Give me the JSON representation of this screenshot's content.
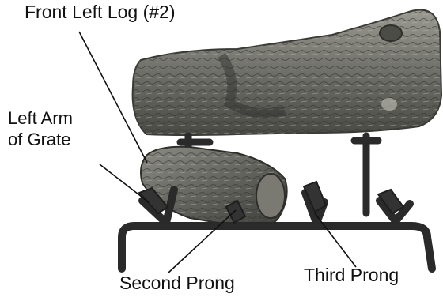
{
  "labels": {
    "front_left_log": "Front Left Log (#2)",
    "left_arm_line1": "Left Arm",
    "left_arm_line2": "of Grate",
    "second_prong": "Second Prong",
    "third_prong": "Third Prong"
  },
  "colors": {
    "log_light": "#8a8a84",
    "log_dark": "#3a3a36",
    "grate": "#2a2a2a",
    "leader": "#111111"
  }
}
